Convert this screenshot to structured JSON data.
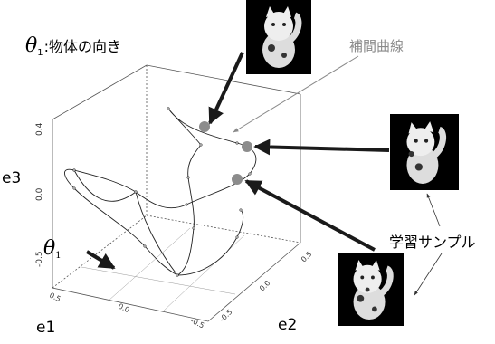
{
  "labels": {
    "theta_symbol": "θ",
    "theta_subscript": "1",
    "theta_caption": ":物体の向き",
    "interpolation": "補間曲線",
    "samples": "学習サンプル"
  },
  "axes": {
    "e1": "e1",
    "e2": "e2",
    "e3": "e3",
    "e3_ticks": [
      "0.4",
      "0.0",
      "-0.5"
    ],
    "e1_ticks": [
      "0.5",
      "0.0",
      "-0.5"
    ],
    "e2_ticks": [
      "-0.5",
      "0.0",
      "0.5"
    ]
  },
  "icons": {
    "photo": "maneki-neko-photo-icon"
  },
  "colors": {
    "curve": "#222222",
    "sample_marker": "#8c8c8c",
    "arrow": "#1a1a1a",
    "pointer": "#8a8a8a",
    "photo_bg": "#000000"
  }
}
